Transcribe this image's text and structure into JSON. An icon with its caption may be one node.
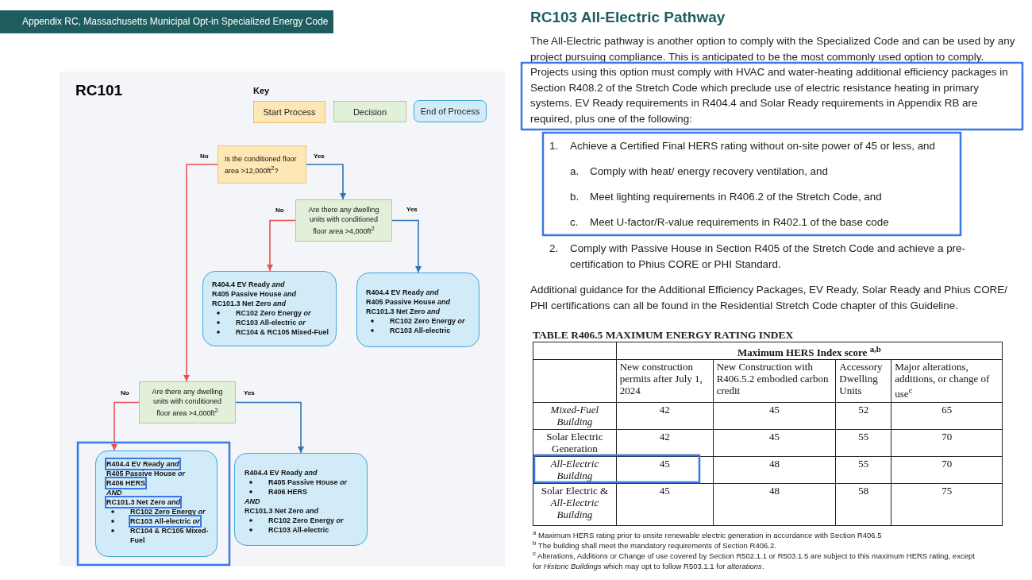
{
  "diagram": {
    "nodes": [
      {
        "text": [
          "Is the conditioned floor area >12,000ft$^{2}$?"
        ]
      },
      {
        "text": [
          "Are there any dwelling units with conditioned floor area >4,000ft$^{2}$"
        ]
      },
      {
        "text": [
          "R404.4 EV Ready *and*",
          "R405 Passive House *and*",
          "RC101.3 Net Zero *and*",
          "RC102 Zero Energy *or*",
          "RC103 All-electric *or*",
          "RC104 & RC105 Mixed-Fuel"
        ]
      },
      {
        "text": [
          "R404.4 EV Ready *and*",
          "R405 Passive House *and*",
          "RC101.3 Net Zero *and*",
          "RC102 Zero Energy *or*",
          "RC103 All-electric"
        ]
      },
      {
        "text": [
          "Are there any dwelling units with conditioned floor area >4,000ft$^{2}$"
        ]
      },
      {
        "text": [
          "R404.4 EV Ready *and*",
          "R405 Passive House *or*",
          "R406 HERS",
          "*AND*",
          "RC101.3 Net Zero *and*",
          "RC102 Zero Energy *or*",
          "RC103 All-electric *or*",
          "RC104 & RC105 Mixed-Fuel"
        ]
      },
      {
        "text": [
          "R404.4 EV Ready *and*",
          "R405 Passive House *or*",
          "R406 HERS",
          "*AND*",
          "RC101.3 Net Zero *and*",
          "RC102 Zero Energy *or*",
          "RC103 All-electric"
        ]
      }
    ],
    "edges": [
      {
        "from": 0,
        "to": 4,
        "arrow": "to",
        "label": "No",
        "color": "#e8524f"
      },
      {
        "from": 0,
        "to": 1,
        "arrow": "to",
        "label": "Yes",
        "color": "#2e75b6"
      },
      {
        "from": 1,
        "to": 2,
        "arrow": "to",
        "label": "No",
        "color": "#e8524f"
      },
      {
        "from": 1,
        "to": 3,
        "arrow": "to",
        "label": "Yes",
        "color": "#2e75b6"
      },
      {
        "from": 4,
        "to": 5,
        "arrow": "to",
        "label": "No",
        "color": "#e8524f"
      },
      {
        "from": 4,
        "to": 6,
        "arrow": "to",
        "label": "Yes",
        "color": "#2e75b6"
      }
    ],
    "labels": [
      "Appendix RC, Massachusetts Municipal Opt-in Specialized Energy Code",
      "RC101",
      "Key",
      "RC103 All-Electric Pathway",
      "The All-Electric pathway is another option to comply with the Specialized Code and can be used by any project pursuing compliance. This is anticipated to be the most commonly used option to comply. Projects using this option must comply with HVAC and water-heating additional efficiency packages in Section R408.2 of the Stretch Code which preclude use of electric resistance heating in primary systems. EV Ready requirements in R404.4 and Solar Ready requirements in Appendix RB are required, plus one of the following:",
      "1.",
      "Achieve a Certified Final HERS rating without on-site power of 45 or less, and",
      "a.",
      "Comply with heat/ energy recovery ventilation, and",
      "b.",
      "Meet lighting requirements in R406.2 of the Stretch Code, and",
      "c.",
      "Meet U-factor/R-value requirements in R402.1 of the base code",
      "2.",
      "Comply with Passive House in Section R405 of the Stretch Code and achieve a pre-certification to Phius CORE or PHI Standard.",
      "Additional guidance for the Additional Efficiency Packages, EV Ready, Solar Ready and Phius CORE/ PHI certifications can all be found in the Residential Stretch Code chapter of this Guideline.",
      "TABLE R406.5 MAXIMUM ENERGY RATING INDEX",
      "Maximum HERS Index score $^{a,b}$",
      "New construction permits after July 1, 2024",
      "New Construction with R406.5.2 embodied carbon credit",
      "Accessory Dwelling Units",
      "Major alterations, additions, or change of use$^{c}$",
      "Mixed-Fuel Building",
      "42",
      "45",
      "52",
      "65",
      "Solar Electric Generation",
      "42",
      "45",
      "55",
      "70",
      "All-Electric Building",
      "45",
      "48",
      "55",
      "70",
      "Solar Electric & *All-Electric Building*",
      "45",
      "48",
      "58",
      "75",
      "$^{a}$ Maximum HERS rating prior to onsite renewable electric generation in accordance with Section R406.5",
      "$^{b}$ The building shall meet the mandatory requirements of Section R406.2.",
      "$^{c}$ Alterations, Additions or Change of use covered by Section R502.1.1 or R503.1.5 are subject to this maximum HERS rating, except for *Historic Buildings* which may opt to follow R503.1.1 for *alterations*."
    ],
    "legend": [
      {
        "text": "Start Process",
        "color": "#fde8b5"
      },
      {
        "text": "Decision",
        "color": "#e2efd9"
      },
      {
        "text": "End of Process",
        "color": "#d2ebf8"
      }
    ]
  }
}
